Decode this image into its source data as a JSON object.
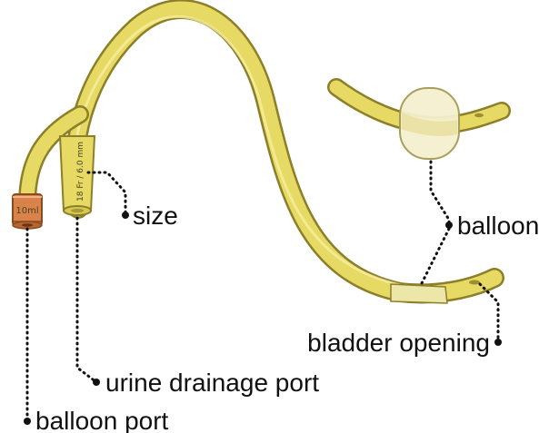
{
  "diagram": {
    "labels": {
      "size": "size",
      "balloon": "balloon",
      "bladder_opening": "bladder opening",
      "urine_drainage_port": "urine drainage port",
      "balloon_port": "balloon port"
    },
    "printed_markings": {
      "catheter_size": "18 Fr / 6.0 mm",
      "balloon_volume": "10ml"
    },
    "colors": {
      "tube_fill": "#e6d964",
      "tube_outline": "#8c7f2a",
      "balloon_fill": "#f4f0cf",
      "valve_orange": "#d9824a"
    }
  }
}
